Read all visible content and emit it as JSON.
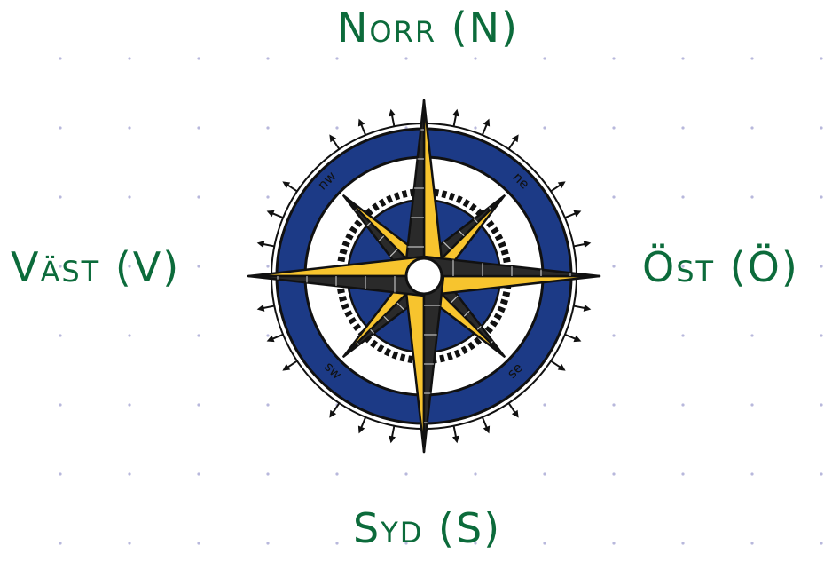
{
  "labels": {
    "north": "Norr (N)",
    "east": "Öst (Ö)",
    "south": "Syd (S)",
    "west": "Väst (V)"
  },
  "compass": {
    "ordinals": {
      "nw": "nw",
      "ne": "ne",
      "sw": "sw",
      "se": "se"
    },
    "colors": {
      "ring": "#1c3a86",
      "star_fill": "#f7c42e",
      "ink": "#111111",
      "label_text": "#0c6b3b",
      "grid_dots": "#b8b8dc"
    }
  }
}
